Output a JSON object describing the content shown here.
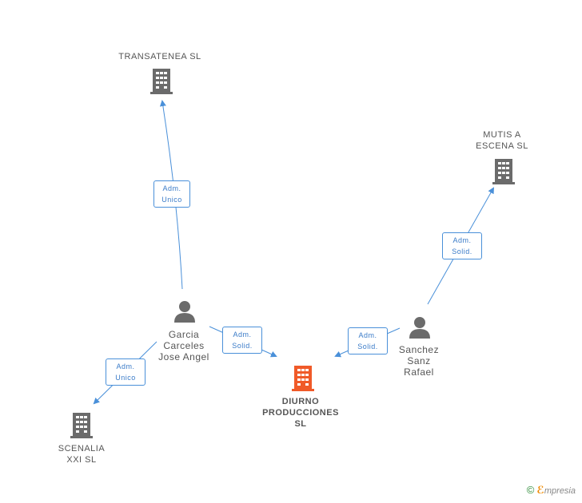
{
  "companies": {
    "transatenea": {
      "label": "TRANSATENEA SL"
    },
    "mutis": {
      "label": "MUTIS A\nESCENA SL"
    },
    "scenalia": {
      "label": "SCENALIA\nXXI SL"
    },
    "diurno": {
      "label": "DIURNO\nPRODUCCIONES\nSL"
    }
  },
  "people": {
    "garcia": {
      "label": "Garcia\nCarceles\nJose Angel"
    },
    "sanchez": {
      "label": "Sanchez\nSanz\nRafael"
    }
  },
  "roles": {
    "garcia_transatenea": "Adm.\nUnico",
    "garcia_scenalia": "Adm.\nUnico",
    "garcia_diurno": "Adm.\nSolid.",
    "sanchez_diurno": "Adm.\nSolid.",
    "sanchez_mutis": "Adm.\nSolid."
  },
  "footer": {
    "copyright": "©",
    "brand_e": "ℰ",
    "brand_rest": "mpresia"
  },
  "colors": {
    "edge": "#4a90d9",
    "building": "#6b6b6b",
    "building_main": "#f05a28",
    "person": "#6b6b6b"
  }
}
